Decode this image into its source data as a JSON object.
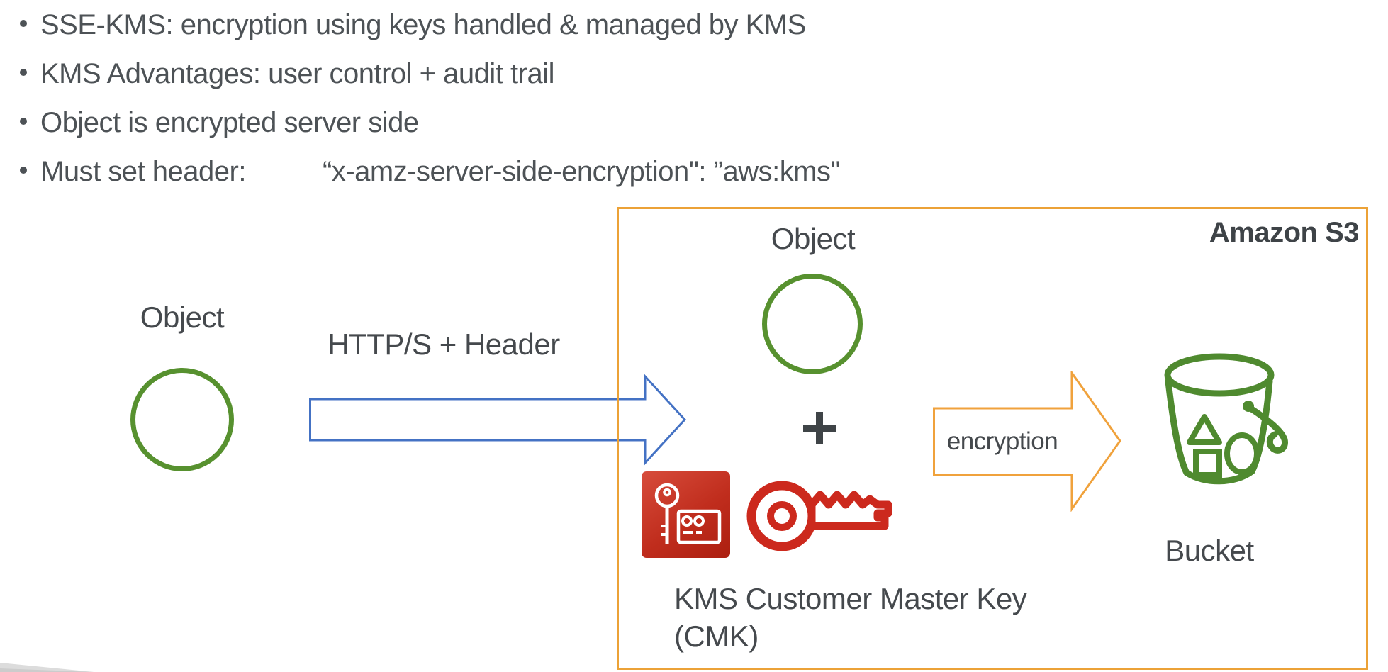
{
  "slide": {
    "bullets": [
      {
        "text": "SSE-KMS: encryption using keys handled & managed by KMS"
      },
      {
        "text": "KMS Advantages: user control + audit trail"
      },
      {
        "text": "Object is encrypted server side"
      },
      {
        "text": "Must set header:",
        "code": "“x-amz-server-side-encryption\": ”aws:kms\""
      }
    ]
  },
  "diagram": {
    "left_object_label": "Object",
    "http_arrow_label": "HTTP/S + Header",
    "s3_box_title": "Amazon S3",
    "box_object_label": "Object",
    "plus_sign": "+",
    "kms_caption_line1": "KMS Customer Master Key",
    "kms_caption_line2": "(CMK)",
    "encryption_arrow_label": "encryption",
    "bucket_label": "Bucket",
    "icons": {
      "kms": "kms-service-icon",
      "key": "master-key-icon",
      "bucket": "s3-bucket-icon"
    }
  },
  "colors": {
    "text": "#4d5256",
    "green": "#57912F",
    "bucket_green": "#4F8A2F",
    "orange": "#ECA237",
    "blue": "#4472C4",
    "kms_red": "#C02D1D",
    "key_red": "#CC291D"
  }
}
